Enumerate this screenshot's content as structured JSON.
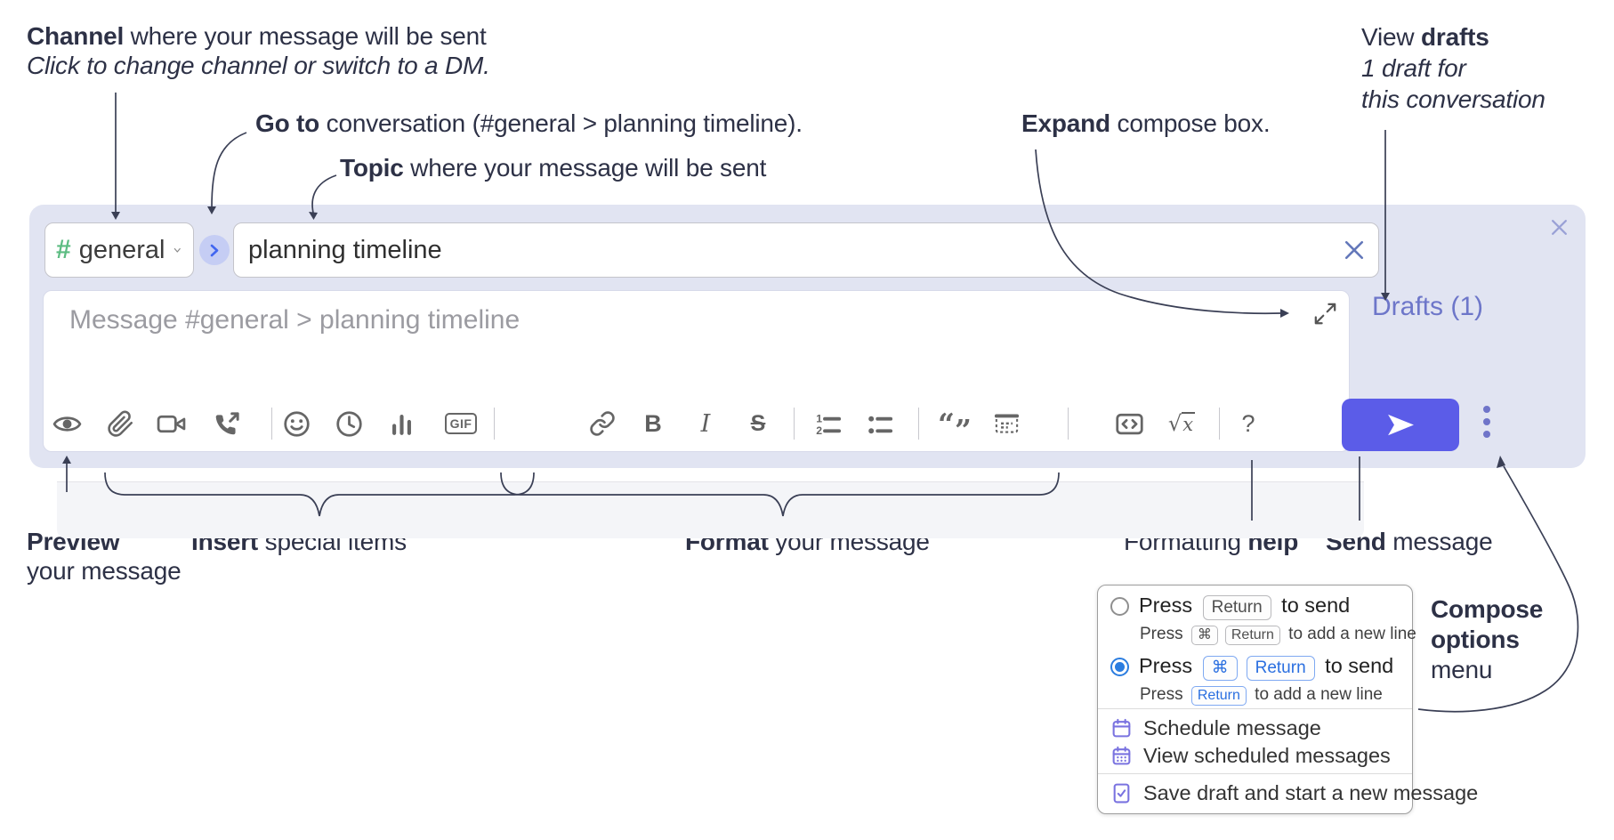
{
  "annotations": {
    "channel": {
      "bold": "Channel",
      "rest": " where your message will be sent",
      "line2": "Click to change channel or switch to a DM."
    },
    "goto": {
      "bold": "Go to",
      "rest": " conversation (#general > planning timeline)."
    },
    "topic": {
      "bold": "Topic",
      "rest": " where your message will be sent"
    },
    "expand": {
      "bold": "Expand",
      "rest": " compose box."
    },
    "drafts": {
      "pre": "View ",
      "bold": "drafts",
      "line2": "1 draft for",
      "line3": "this conversation"
    },
    "preview": {
      "bold": "Preview",
      "line2": "your message"
    },
    "insert": {
      "bold": "Insert",
      "rest": " special items"
    },
    "format": {
      "bold": "Format",
      "rest": " your message"
    },
    "fmthelp": {
      "pre": "Formatting ",
      "bold": "help"
    },
    "send": {
      "bold": "Send",
      "rest": " message"
    },
    "compose_options": {
      "line1": "Compose",
      "line2": "options",
      "line3": "menu"
    }
  },
  "compose": {
    "channel_hash": "#",
    "channel_name": "general",
    "topic_value": "planning timeline",
    "message_placeholder": "Message #general > planning timeline",
    "drafts_link": "Drafts (1)",
    "toolbar": {
      "gif": "GIF",
      "bold": "B",
      "italic": "I",
      "strike": "S",
      "ol_1": "1",
      "ol_2": "2",
      "quote_open": "“",
      "quote_close": "”",
      "math_root": "√",
      "math_x": "x",
      "help": "?"
    }
  },
  "popup": {
    "opt1": {
      "m1": "Press ",
      "k1": "Return",
      "m2": " to send",
      "s1": "Press ",
      "sk1": "⌘",
      "sk2": "Return",
      "s2": " to add a new line"
    },
    "opt2": {
      "m1": "Press ",
      "k1": "⌘",
      "k2": "Return",
      "m2": " to send",
      "s1": "Press ",
      "sk1": "Return",
      "s2": " to add a new line"
    },
    "menu1": "Schedule message",
    "menu2": "View scheduled messages",
    "menu3": "Save draft and start a new message"
  },
  "colors": {
    "compose_bg": "#e1e4f2",
    "send_button": "#5b5ce8",
    "drafts_link": "#6d76c9",
    "channel_hash": "#5cbc82",
    "goto_chevron": "#4166f0",
    "radio_selected": "#2b7de0",
    "kbd_blue": "#2a6fe0",
    "menu_icon": "#7a73e0",
    "annotation_text": "#2d3146"
  }
}
